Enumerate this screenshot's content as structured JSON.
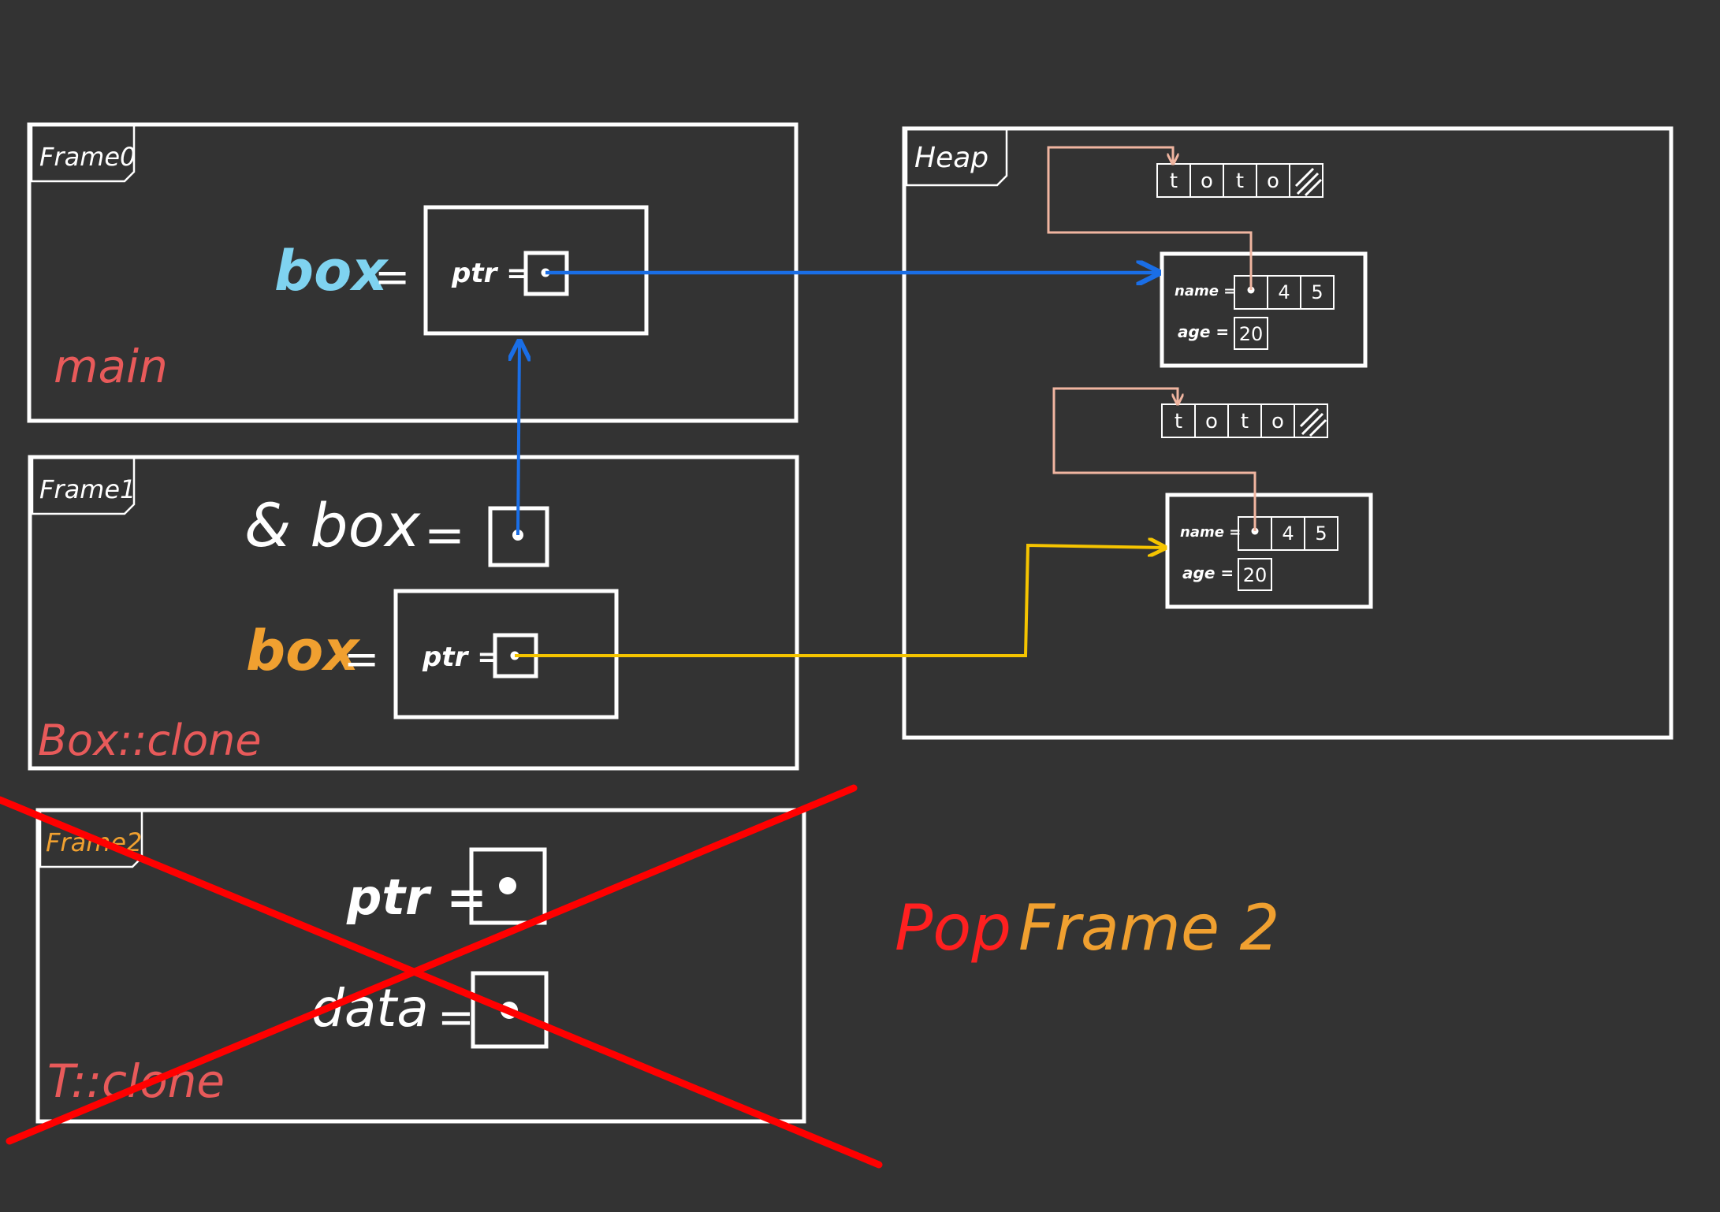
{
  "colors": {
    "background": "#333333",
    "main_ptr_arrow": "#1a6ee6",
    "clone_ptr_arrow": "#f5c400",
    "string_link": "#f0b5a0",
    "cross": "#ff0000",
    "label_main": "#e85a5a",
    "label_box_main": "#7fd3f0",
    "label_box_clone": "#f0a030",
    "label_box_clone_fn": "#e85a5a",
    "label_t_clone": "#e85a5a",
    "pop_word": "#ff2020",
    "pop_frame_word": "#f0a030"
  },
  "frames": {
    "frame0": {
      "tab": "Frame0",
      "fn_name": "main",
      "var_label": "box",
      "equals": "=",
      "ptr_label": "ptr ="
    },
    "frame1": {
      "tab": "Frame1",
      "ref_label": "& box",
      "ref_equals": "=",
      "var_label": "box",
      "equals": "=",
      "ptr_label": "ptr =",
      "fn_name": "Box::clone"
    },
    "frame2": {
      "tab": "Frame2",
      "ptr_label": "ptr =",
      "data_label": "data",
      "data_equals": "=",
      "fn_name": "T::clone",
      "popped": true
    }
  },
  "heap": {
    "title": "Heap",
    "strings": [
      {
        "chars": [
          "t",
          "o",
          "t",
          "o"
        ]
      },
      {
        "chars": [
          "t",
          "o",
          "t",
          "o"
        ]
      }
    ],
    "structs": [
      {
        "name_label": "name =",
        "len": "4",
        "cap": "5",
        "age_label": "age =",
        "age": "20"
      },
      {
        "name_label": "name =",
        "len": "4",
        "cap": "5",
        "age_label": "age =",
        "age": "20"
      }
    ]
  },
  "caption": {
    "pop": "Pop",
    "frame": "Frame 2"
  }
}
